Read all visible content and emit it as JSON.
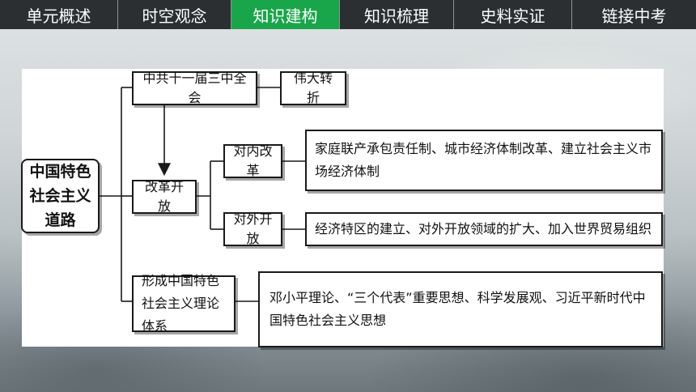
{
  "nav": {
    "tabs": [
      {
        "label": "单元概述",
        "active": false
      },
      {
        "label": "时空观念",
        "active": false
      },
      {
        "label": "知识建构",
        "active": true
      },
      {
        "label": "知识梳理",
        "active": false
      },
      {
        "label": "史料实证",
        "active": false
      },
      {
        "label": "链接中考",
        "active": false
      }
    ],
    "active_color": "#19a64a"
  },
  "diagram": {
    "root": "中国特色社会主义道路",
    "plenum": "中共十一届三中全会",
    "turning_point": "伟大转折",
    "reform": "改革开放",
    "domestic": "对内改革",
    "domestic_detail": "家庭联产承包责任制、城市经济体制改革、建立社会主义市场经济体制",
    "foreign": "对外开放",
    "foreign_detail": "经济特区的建立、对外开放领域的扩大、加入世界贸易组织",
    "theory": "形成中国特色社会主义理论体系",
    "theory_detail": "邓小平理论、“三个代表”重要思想、科学发展观、习近平新时代中国特色社会主义思想"
  }
}
